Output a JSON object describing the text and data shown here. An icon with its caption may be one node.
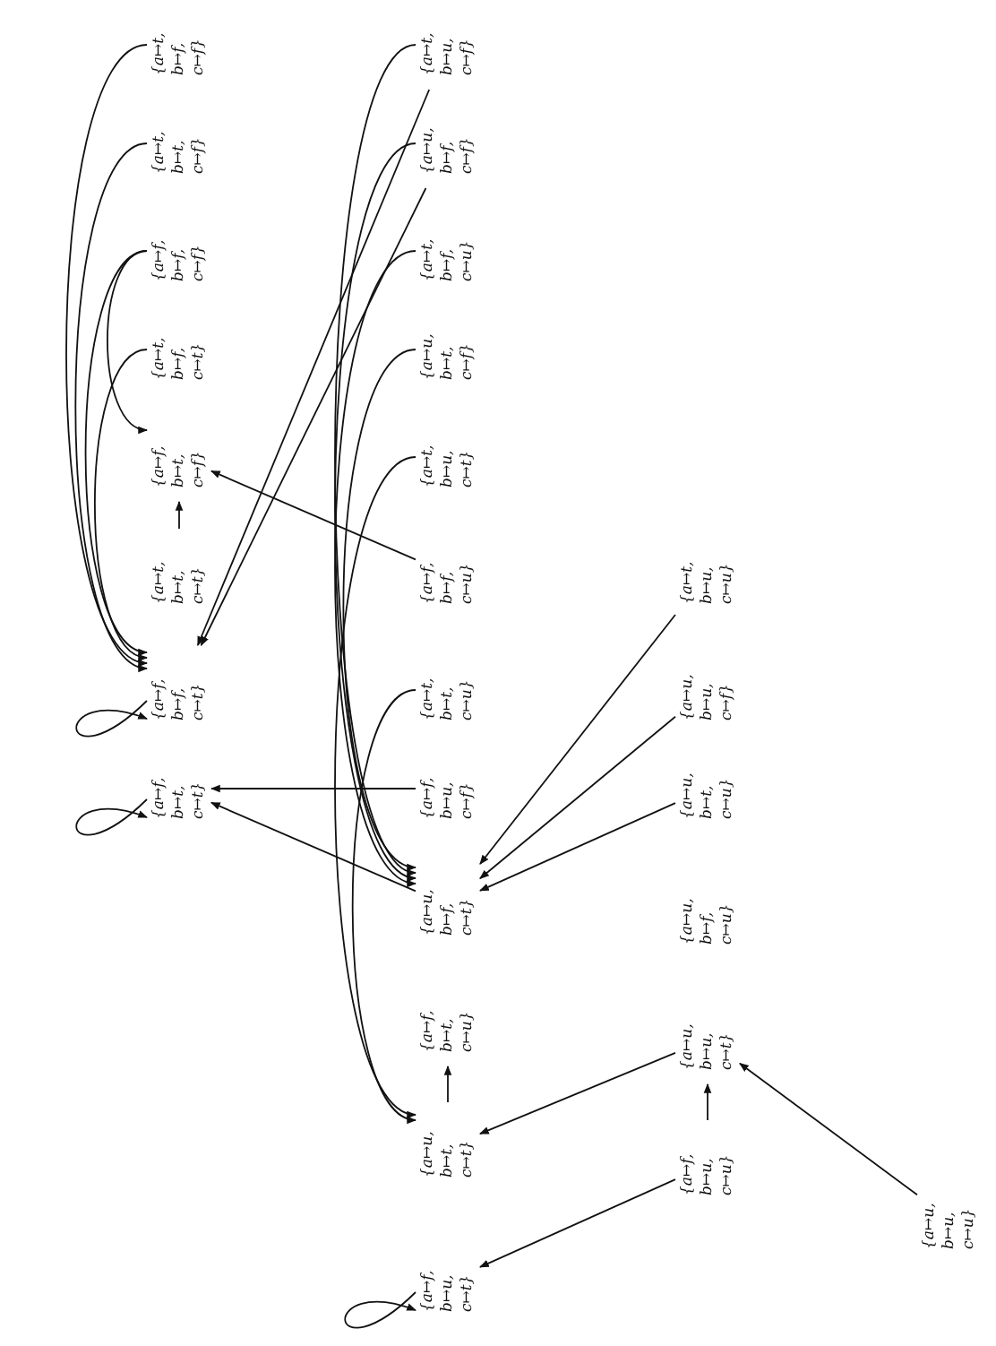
{
  "diagram": {
    "nodes": [
      {
        "text": [
          "{a↦f, b↦t, c↦t}"
        ]
      },
      {
        "text": [
          "{a↦f, b↦f, c↦t}"
        ]
      },
      {
        "text": [
          "{a↦t, b↦t, c↦t}"
        ]
      },
      {
        "text": [
          "{a↦f, b↦t, c↦f}"
        ]
      },
      {
        "text": [
          "{a↦t, b↦f, c↦t}"
        ]
      },
      {
        "text": [
          "{a↦f, b↦f, c↦f}"
        ]
      },
      {
        "text": [
          "{a↦t, b↦t, c↦f}"
        ]
      },
      {
        "text": [
          "{a↦t, b↦f, c↦f}"
        ]
      },
      {
        "text": [
          "{a↦f, b↦u, c↦t}"
        ]
      },
      {
        "text": [
          "{a↦u, b↦t, c↦t}"
        ]
      },
      {
        "text": [
          "{a↦f, b↦t, c↦u}"
        ]
      },
      {
        "text": [
          "{a↦u, b↦f, c↦t}"
        ]
      },
      {
        "text": [
          "{a↦f, b↦u, c↦f}"
        ]
      },
      {
        "text": [
          "{a↦t, b↦t, c↦u}"
        ]
      },
      {
        "text": [
          "{a↦f, b↦f, c↦u}"
        ]
      },
      {
        "text": [
          "{a↦t, b↦u, c↦t}"
        ]
      },
      {
        "text": [
          "{a↦u, b↦t, c↦f}"
        ]
      },
      {
        "text": [
          "{a↦t, b↦f, c↦u}"
        ]
      },
      {
        "text": [
          "{a↦u, b↦f, c↦f}"
        ]
      },
      {
        "text": [
          "{a↦t, b↦u, c↦f}"
        ]
      },
      {
        "text": [
          "{a↦f, b↦u, c↦u}"
        ]
      },
      {
        "text": [
          "{a↦u, b↦u, c↦t}"
        ]
      },
      {
        "text": [
          "{a↦u, b↦f, c↦u}"
        ]
      },
      {
        "text": [
          "{a↦u, b↦t, c↦u}"
        ]
      },
      {
        "text": [
          "{a↦u, b↦u, c↦f}"
        ]
      },
      {
        "text": [
          "{a↦t, b↦u, c↦u}"
        ]
      },
      {
        "text": [
          "{a↦u, b↦u, c↦u}"
        ]
      }
    ],
    "edges": [
      {
        "from": 0,
        "to": 0,
        "arrow": "to"
      },
      {
        "from": 1,
        "to": 1,
        "arrow": "to"
      },
      {
        "from": 2,
        "to": 3,
        "arrow": "to"
      },
      {
        "from": 7,
        "to": 1,
        "arrow": "to"
      },
      {
        "from": 6,
        "to": 1,
        "arrow": "to"
      },
      {
        "from": 5,
        "to": 1,
        "arrow": "to"
      },
      {
        "from": 4,
        "to": 1,
        "arrow": "to"
      },
      {
        "from": 5,
        "to": 3,
        "arrow": "to"
      },
      {
        "from": 19,
        "to": 1,
        "arrow": "to"
      },
      {
        "from": 18,
        "to": 1,
        "arrow": "to"
      },
      {
        "from": 14,
        "to": 3,
        "arrow": "to"
      },
      {
        "from": 12,
        "to": 0,
        "arrow": "to"
      },
      {
        "from": 11,
        "to": 0,
        "arrow": "to"
      },
      {
        "from": 8,
        "to": 8,
        "arrow": "to"
      },
      {
        "from": 9,
        "to": 10,
        "arrow": "to"
      },
      {
        "from": 19,
        "to": 11,
        "arrow": "to"
      },
      {
        "from": 18,
        "to": 11,
        "arrow": "to"
      },
      {
        "from": 17,
        "to": 11,
        "arrow": "to"
      },
      {
        "from": 16,
        "to": 11,
        "arrow": "to"
      },
      {
        "from": 25,
        "to": 11,
        "arrow": "to"
      },
      {
        "from": 24,
        "to": 11,
        "arrow": "to"
      },
      {
        "from": 23,
        "to": 11,
        "arrow": "to"
      },
      {
        "from": 15,
        "to": 9,
        "arrow": "to"
      },
      {
        "from": 13,
        "to": 9,
        "arrow": "to"
      },
      {
        "from": 21,
        "to": 9,
        "arrow": "to"
      },
      {
        "from": 20,
        "to": 8,
        "arrow": "to"
      },
      {
        "from": 20,
        "to": 21,
        "arrow": "to"
      },
      {
        "from": 26,
        "to": 21,
        "arrow": "to"
      }
    ]
  }
}
